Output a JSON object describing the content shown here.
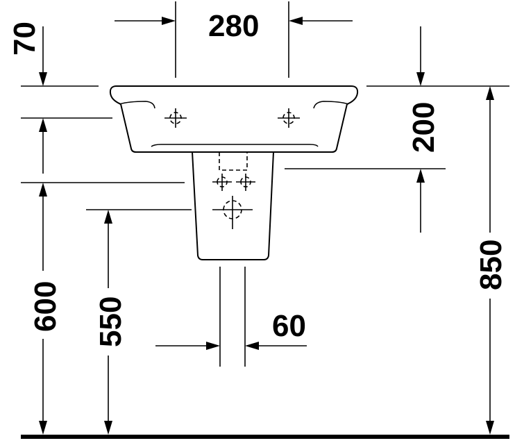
{
  "dimensions": {
    "d280": "280",
    "d70": "70",
    "d200": "200",
    "d850": "850",
    "d600": "600",
    "d550": "550",
    "d60": "60"
  }
}
